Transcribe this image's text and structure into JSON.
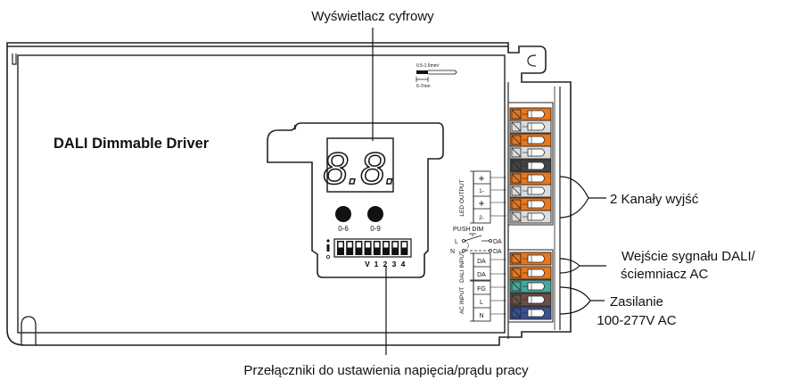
{
  "callouts": {
    "display": "Wyświetlacz cyfrowy",
    "outputs": "2 Kanały wyjść",
    "dali_line1": "Wejście sygnału DALI/",
    "dali_line2": "ściemniacz AC",
    "power_line1": "Zasilanie",
    "power_line2": "100-277V AC",
    "switches": "Przełączniki do ustawienia napięcia/prądu pracy"
  },
  "device": {
    "title": "DALI Dimmable Driver",
    "display_digits": "8.8.",
    "knob_labels": [
      "0-6",
      "0-9"
    ],
    "dip_labels": [
      "V",
      "1",
      "2",
      "3",
      "4"
    ],
    "wire_spec_gauge": "0.5-1.5mm²",
    "wire_spec_strip": "6-7mm"
  },
  "terminal_labels": {
    "led_output_group": "LED OUTPUT",
    "led_output_pins": [
      "+",
      "1-",
      "+",
      "2-"
    ],
    "push_dim": "PUSH DIM",
    "push_dim_l": "L",
    "push_dim_n": "N",
    "push_dim_da1": "DA",
    "push_dim_da2": "DA",
    "dali_input_group": "DALI INPUT",
    "dali_input_pins": [
      "DA",
      "DA"
    ],
    "ac_input_group": "AC INPUT",
    "ac_input_pins": [
      "FG",
      "L",
      "N"
    ]
  },
  "colors": {
    "orange": "#e8771e",
    "gray_white": "#dcdcdc",
    "dark": "#444444",
    "teal": "#45a89a",
    "brown": "#6b5048",
    "blue": "#3c4f8f",
    "outline": "#222222"
  },
  "terminal_colors": [
    "orange",
    "gray_white",
    "orange",
    "gray_white",
    "dark",
    "orange",
    "gray_white",
    "orange",
    "gray_white",
    "orange",
    "orange",
    "teal",
    "brown",
    "blue"
  ]
}
